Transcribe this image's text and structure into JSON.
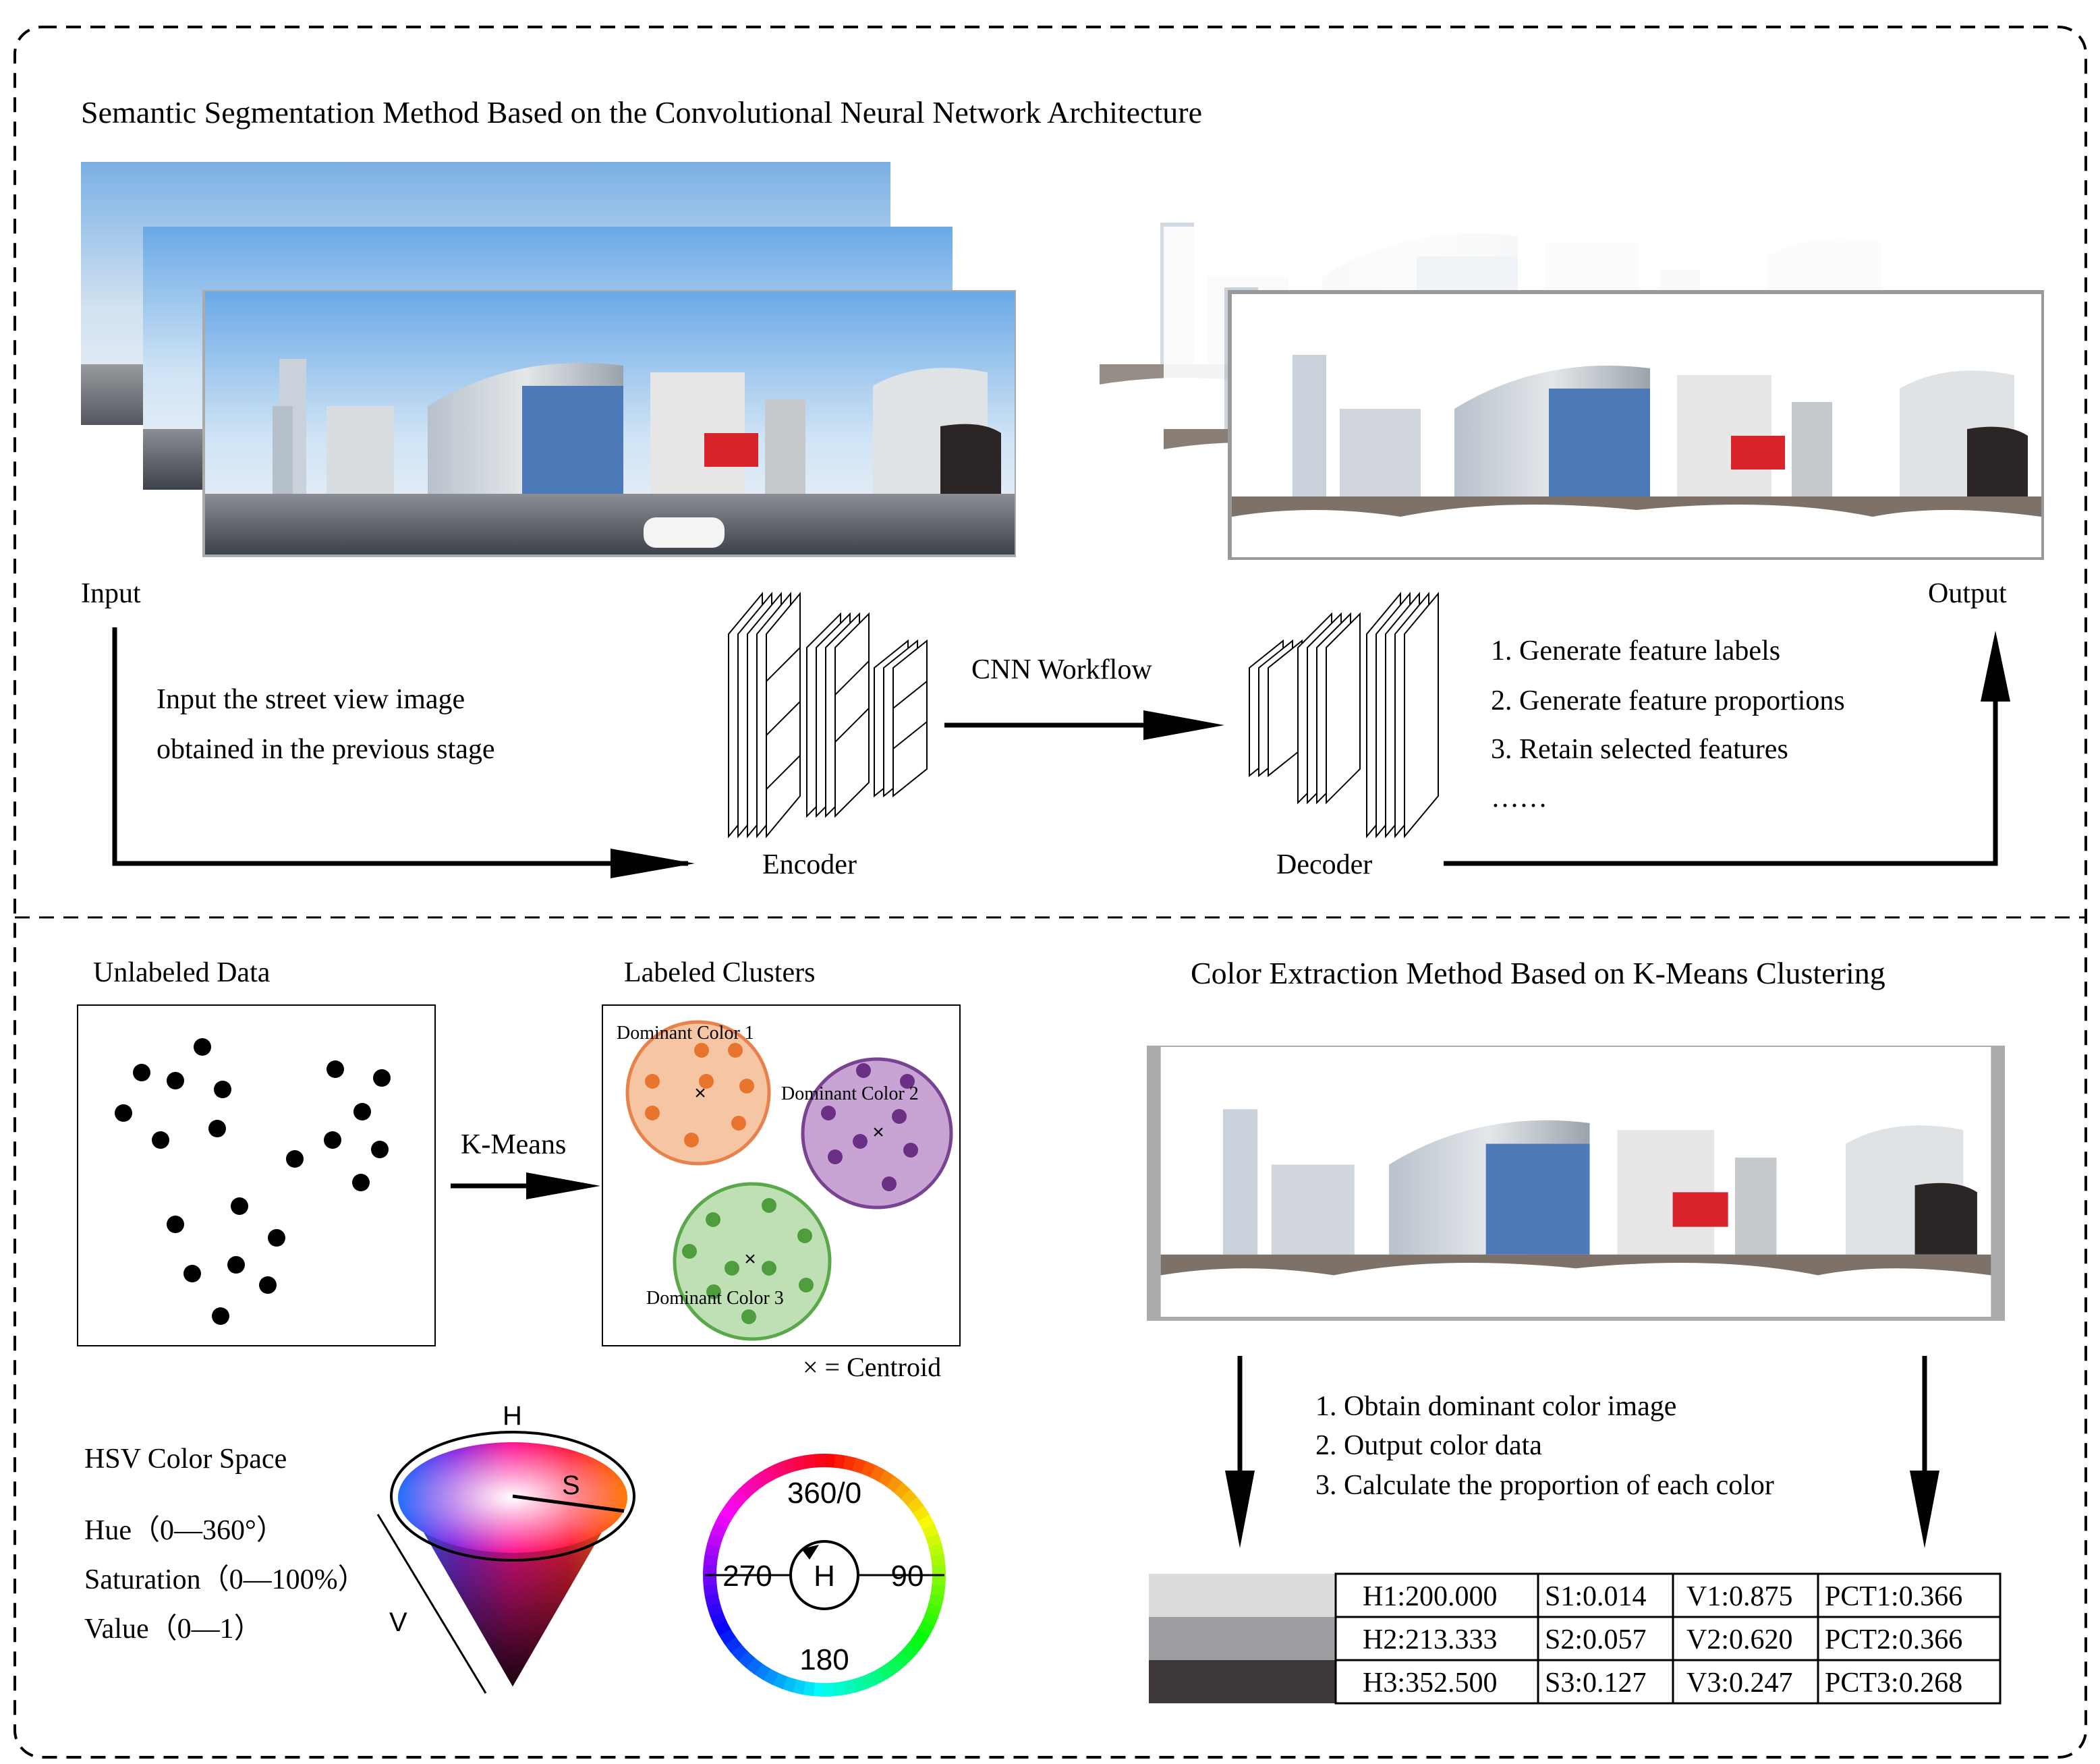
{
  "top": {
    "title": "Semantic Segmentation Method Based on the Convolutional Neural Network Architecture",
    "input_label": "Input",
    "output_label": "Output",
    "input_desc_line1": "Input the street view image",
    "input_desc_line2": "obtained in the previous stage",
    "cnn_workflow": "CNN Workflow",
    "encoder": "Encoder",
    "decoder": "Decoder",
    "steps": [
      "1. Generate feature labels",
      "2. Generate feature proportions",
      "3. Retain selected features",
      "……"
    ]
  },
  "bottom": {
    "title": "Color Extraction Method Based on K-Means Clustering",
    "unlabeled_title": "Unlabeled Data",
    "labeled_title": "Labeled Clusters",
    "kmeans_label": "K-Means",
    "clusters": [
      {
        "label": "Dominant Color 1",
        "fill": "#f6c6a4",
        "stroke": "#e8824a",
        "dot": "#e8742e"
      },
      {
        "label": "Dominant Color 2",
        "fill": "#c7a4d4",
        "stroke": "#7a4392",
        "dot": "#6b2f86"
      },
      {
        "label": "Dominant Color 3",
        "fill": "#bfe0b4",
        "stroke": "#5aa84a",
        "dot": "#4e9e3e"
      }
    ],
    "centroid_legend": "× = Centroid",
    "hsv_title": "HSV Color Space",
    "hsv_items": [
      "Hue（0—360°）",
      "Saturation（0—100%）",
      "Value（0—1）"
    ],
    "cone_labels": {
      "h": "H",
      "s": "S",
      "v": "V"
    },
    "wheel_labels": {
      "top": "360/0",
      "left": "270",
      "right": "90",
      "bottom": "180",
      "center": "H"
    },
    "steps": [
      "1. Obtain dominant color image",
      "2. Output color data",
      "3. Calculate the proportion of each color"
    ],
    "color_table": {
      "swatches": [
        "#dcdcdc",
        "#9c9ea2",
        "#3f3839"
      ],
      "rows": [
        [
          "H1:200.000",
          "S1:0.014",
          "V1:0.875",
          "PCT1:0.366"
        ],
        [
          "H2:213.333",
          "S2:0.057",
          "V2:0.620",
          "PCT2:0.366"
        ],
        [
          "H3:352.500",
          "S3:0.127",
          "V3:0.247",
          "PCT3:0.268"
        ]
      ]
    }
  }
}
